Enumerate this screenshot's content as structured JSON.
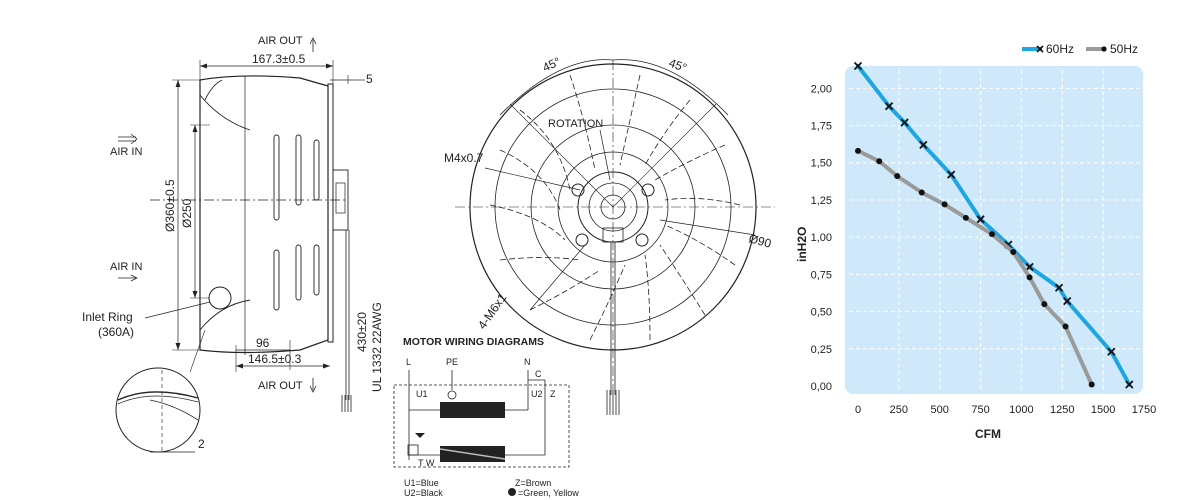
{
  "side_view": {
    "air_out_top": "AIR OUT",
    "air_out_bottom": "AIR OUT",
    "air_in_1": "AIR IN",
    "air_in_2": "AIR IN",
    "dim_width": "167.3±0.5",
    "dim_flange": "5",
    "dim_outer_diameter": "Ø360±0.5",
    "dim_inner_diameter": "Ø250",
    "dim_96": "96",
    "dim_depth": "146.5±0.3",
    "cable": "430±20",
    "cable_spec": "UL 1332 22AWG",
    "inlet_ring_1": "Inlet Ring",
    "inlet_ring_2": "(360A)",
    "dim_detail": "2"
  },
  "front_view": {
    "angle_left": "45°",
    "angle_right": "45°",
    "rotation": "ROTATION",
    "screw_m4": "M4x0.7",
    "screw_m6": "4-M6x1",
    "hub_diameter": "Ø90"
  },
  "wiring": {
    "title": "MOTOR WIRING DIAGRAMS",
    "L": "L",
    "PE": "PE",
    "N": "N",
    "C": "C",
    "U1": "U1",
    "U2": "U2",
    "Z": "Z",
    "TW": "T W",
    "legend_u1": "U1=Blue",
    "legend_u2": "U2=Black",
    "legend_z": "Z=Brown",
    "legend_pe": "=Green, Yellow"
  },
  "chart_data": {
    "type": "line",
    "xlabel": "CFM",
    "ylabel": "inH2O",
    "xlim": [
      0,
      1750
    ],
    "ylim": [
      0,
      2.15
    ],
    "x_ticks": [
      "0",
      "250",
      "500",
      "750",
      "1000",
      "1250",
      "1500",
      "1750"
    ],
    "y_ticks": [
      "0,00",
      "0,25",
      "0,50",
      "0,75",
      "1,00",
      "1,25",
      "1,50",
      "1,75",
      "2,00"
    ],
    "grid": true,
    "legend_position": "top-right",
    "colors": {
      "plot_bg": "#cfe9fb",
      "s60": "#1ea6e0",
      "s50": "#9a9a9a",
      "grid": "#ffffff"
    },
    "series": [
      {
        "name": "60Hz",
        "marker": "x",
        "x": [
          0,
          190,
          285,
          400,
          570,
          750,
          920,
          1050,
          1230,
          1280,
          1550,
          1660
        ],
        "y": [
          2.15,
          1.88,
          1.77,
          1.62,
          1.42,
          1.12,
          0.95,
          0.8,
          0.66,
          0.57,
          0.23,
          0.01
        ]
      },
      {
        "name": "50Hz",
        "marker": "dot",
        "x": [
          0,
          130,
          240,
          390,
          530,
          660,
          820,
          950,
          1050,
          1140,
          1270,
          1430
        ],
        "y": [
          1.58,
          1.51,
          1.41,
          1.3,
          1.22,
          1.13,
          1.02,
          0.9,
          0.73,
          0.55,
          0.4,
          0.01
        ]
      }
    ]
  }
}
